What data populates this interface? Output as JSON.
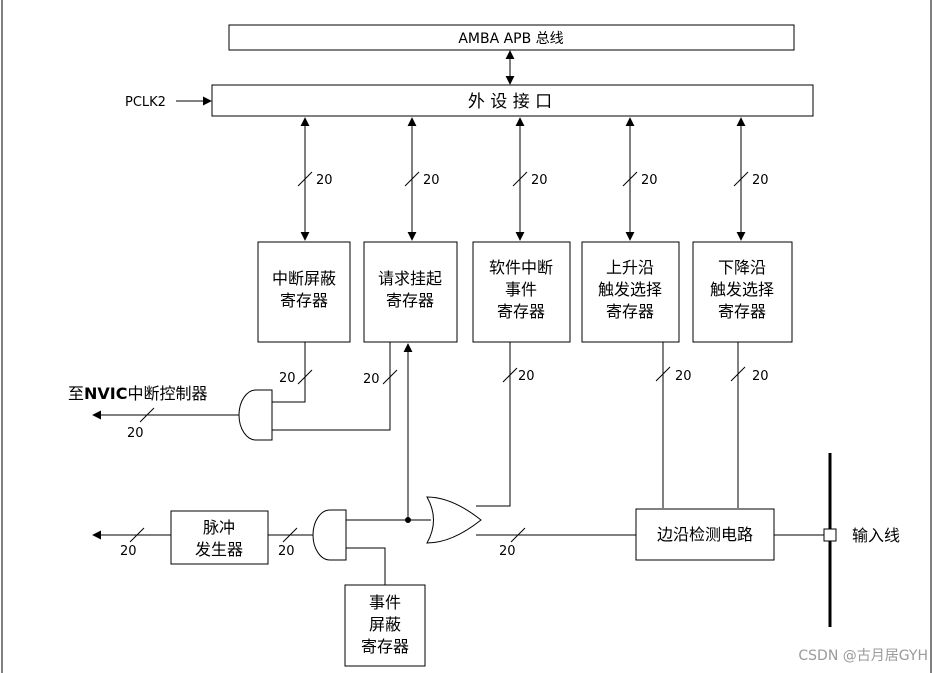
{
  "bus": {
    "label": "AMBA APB 总线"
  },
  "clock": {
    "label": "PCLK2"
  },
  "peripheral_interface": {
    "label": "外 设 接 口"
  },
  "bus_width": "20",
  "registers": {
    "interrupt_mask": [
      "中断屏蔽",
      "寄存器"
    ],
    "pending_request": [
      "请求挂起",
      "寄存器"
    ],
    "software_interrupt_event": [
      "软件中断",
      "事件",
      "寄存器"
    ],
    "rising_trigger": [
      "上升沿",
      "触发选择",
      "寄存器"
    ],
    "falling_trigger": [
      "下降沿",
      "触发选择",
      "寄存器"
    ],
    "event_mask": [
      "事件",
      "屏蔽",
      "寄存器"
    ]
  },
  "pulse_generator": [
    "脉冲",
    "发生器"
  ],
  "edge_detect": {
    "label": "边沿检测电路"
  },
  "input_line": {
    "label": "输入线"
  },
  "nvic": {
    "prefix": "至",
    "bold": "NVIC",
    "suffix": "中断控制器"
  },
  "watermark": "CSDN @古月居GYH"
}
